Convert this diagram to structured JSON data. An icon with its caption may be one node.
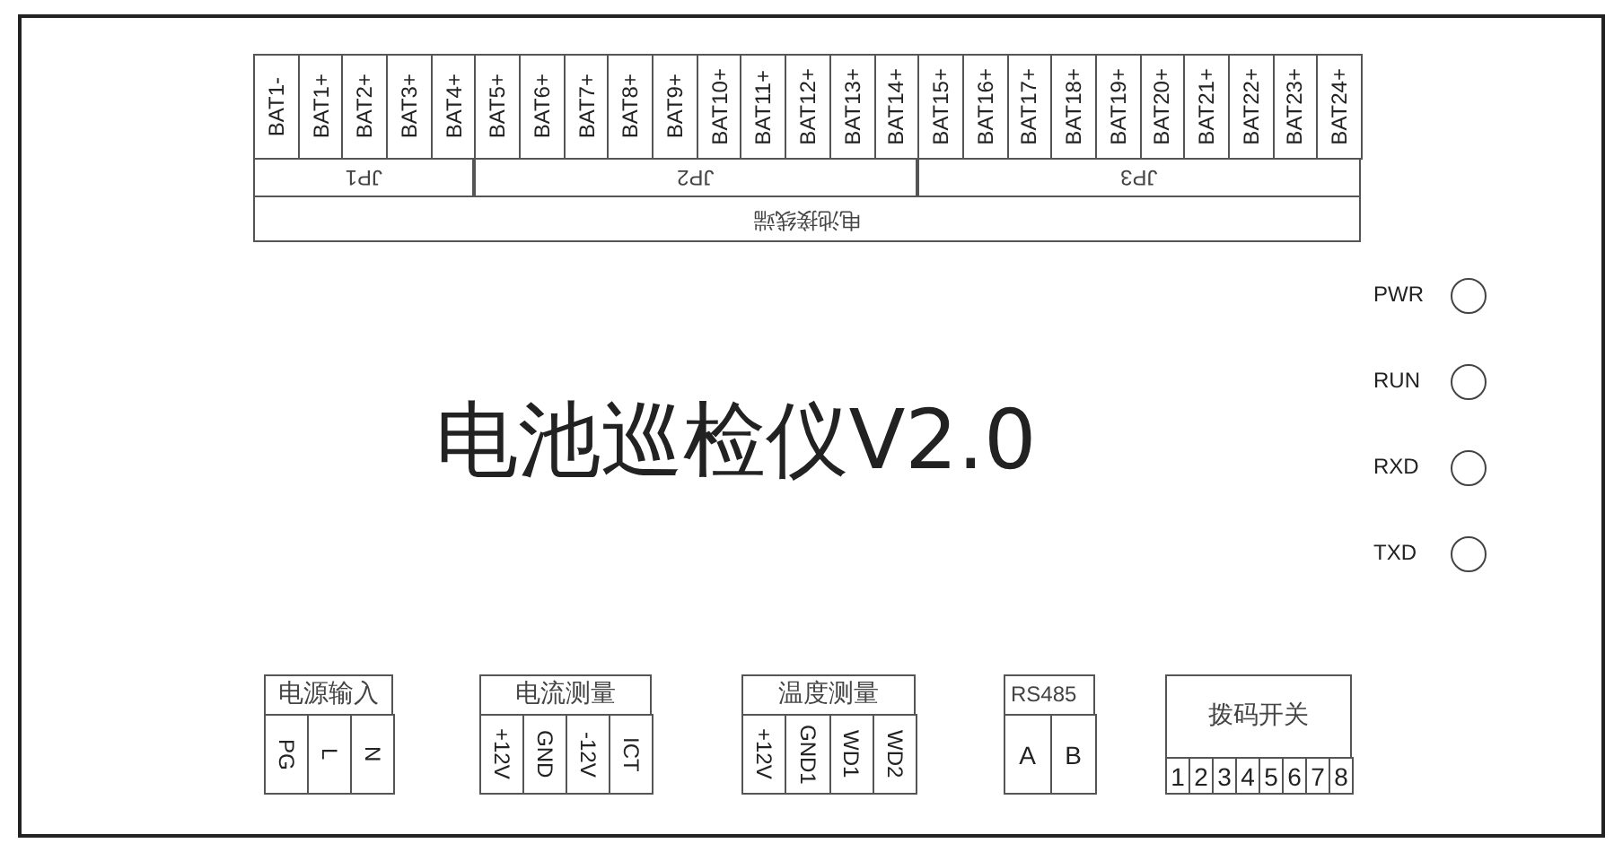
{
  "diagram": {
    "title": "电池巡检仪V2.0",
    "nodes": [
      {
        "text": [
          "电池接线端"
        ]
      },
      {
        "text": [
          "JP1"
        ],
        "in": 0
      },
      {
        "text": [
          "BAT1-"
        ],
        "in": 1
      },
      {
        "text": [
          "BAT1+"
        ],
        "in": 1
      },
      {
        "text": [
          "BAT2+"
        ],
        "in": 1
      },
      {
        "text": [
          "BAT3+"
        ],
        "in": 1
      },
      {
        "text": [
          "BAT4+"
        ],
        "in": 1
      },
      {
        "text": [
          "JP2"
        ],
        "in": 0
      },
      {
        "text": [
          "BAT5+"
        ],
        "in": 7
      },
      {
        "text": [
          "BAT6+"
        ],
        "in": 7
      },
      {
        "text": [
          "BAT7+"
        ],
        "in": 7
      },
      {
        "text": [
          "BAT8+"
        ],
        "in": 7
      },
      {
        "text": [
          "BAT9+"
        ],
        "in": 7
      },
      {
        "text": [
          "BAT10+"
        ],
        "in": 7
      },
      {
        "text": [
          "BAT11+"
        ],
        "in": 7
      },
      {
        "text": [
          "BAT12+"
        ],
        "in": 7
      },
      {
        "text": [
          "BAT13+"
        ],
        "in": 7
      },
      {
        "text": [
          "BAT14+"
        ],
        "in": 7
      },
      {
        "text": [
          "JP3"
        ],
        "in": 0
      },
      {
        "text": [
          "BAT15+"
        ],
        "in": 18
      },
      {
        "text": [
          "BAT16+"
        ],
        "in": 18
      },
      {
        "text": [
          "BAT17+"
        ],
        "in": 18
      },
      {
        "text": [
          "BAT18+"
        ],
        "in": 18
      },
      {
        "text": [
          "BAT19+"
        ],
        "in": 18
      },
      {
        "text": [
          "BAT20+"
        ],
        "in": 18
      },
      {
        "text": [
          "BAT21+"
        ],
        "in": 18
      },
      {
        "text": [
          "BAT22+"
        ],
        "in": 18
      },
      {
        "text": [
          "BAT23+"
        ],
        "in": 18
      },
      {
        "text": [
          "BAT24+"
        ],
        "in": 18
      },
      {
        "text": [],
        "shape": "circle",
        "beside": [
          "PWR"
        ]
      },
      {
        "text": [],
        "shape": "circle",
        "beside": [
          "RUN"
        ]
      },
      {
        "text": [],
        "shape": "circle",
        "beside": [
          "RXD"
        ]
      },
      {
        "text": [],
        "shape": "circle",
        "beside": [
          "TXD"
        ]
      },
      {
        "text": [
          "电源输入"
        ]
      },
      {
        "text": [
          "PG"
        ],
        "in": 33
      },
      {
        "text": [
          "L"
        ],
        "in": 33
      },
      {
        "text": [
          "N"
        ],
        "in": 33
      },
      {
        "text": [
          "电流测量"
        ]
      },
      {
        "text": [
          "+12V"
        ],
        "in": 37
      },
      {
        "text": [
          "GND"
        ],
        "in": 37
      },
      {
        "text": [
          "-12V"
        ],
        "in": 37
      },
      {
        "text": [
          "ICT"
        ],
        "in": 37
      },
      {
        "text": [
          "温度测量"
        ]
      },
      {
        "text": [
          "+12V"
        ],
        "in": 42
      },
      {
        "text": [
          "GND1"
        ],
        "in": 42
      },
      {
        "text": [
          "WD1"
        ],
        "in": 42
      },
      {
        "text": [
          "WD2"
        ],
        "in": 42
      },
      {
        "text": [
          "RS485"
        ]
      },
      {
        "text": [
          "A"
        ],
        "in": 47
      },
      {
        "text": [
          "B"
        ],
        "in": 47
      },
      {
        "text": [
          "拨码开关"
        ]
      },
      {
        "text": [
          "1"
        ],
        "in": 50
      },
      {
        "text": [
          "2"
        ],
        "in": 50
      },
      {
        "text": [
          "3"
        ],
        "in": 50
      },
      {
        "text": [
          "4"
        ],
        "in": 50
      },
      {
        "text": [
          "5"
        ],
        "in": 50
      },
      {
        "text": [
          "6"
        ],
        "in": 50
      },
      {
        "text": [
          "7"
        ],
        "in": 50
      },
      {
        "text": [
          "8"
        ],
        "in": 50
      }
    ]
  }
}
